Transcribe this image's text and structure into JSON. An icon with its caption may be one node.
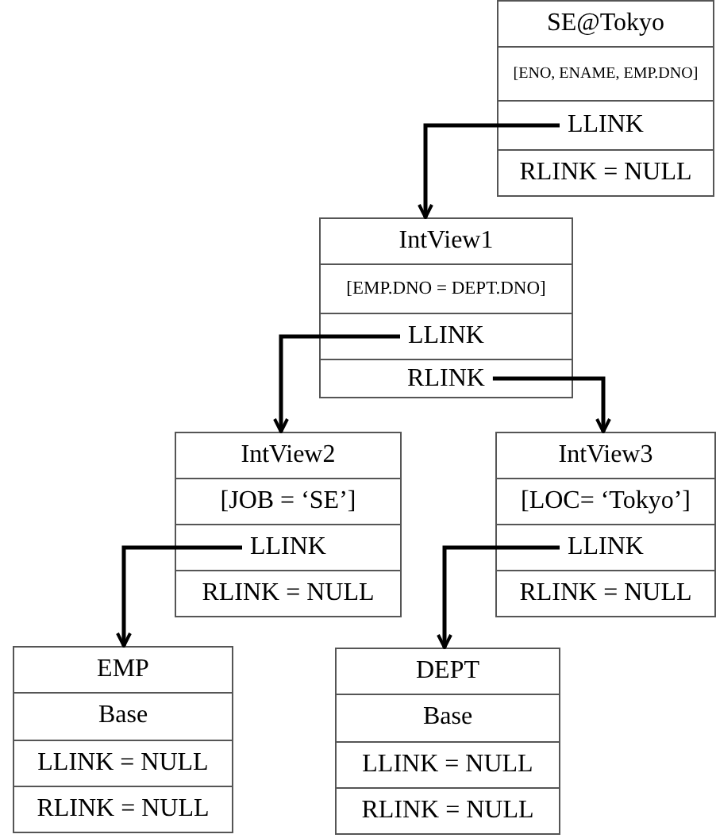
{
  "diagram": {
    "nodes": [
      {
        "text": [
          "SE@Tokyo",
          "[ENO, ENAME,  EMP.DNO]",
          "LLINK",
          "RLINK = NULL"
        ]
      },
      {
        "text": [
          "IntView1",
          "[EMP.DNO = DEPT.DNO]",
          "LLINK",
          "RLINK"
        ]
      },
      {
        "text": [
          "IntView2",
          "[JOB = ‘SE’]",
          "LLINK",
          "RLINK = NULL"
        ]
      },
      {
        "text": [
          "IntView3",
          "[LOC= ‘Tokyo’]",
          "LLINK",
          "RLINK = NULL"
        ]
      },
      {
        "text": [
          "EMP",
          "Base",
          "LLINK = NULL",
          "RLINK = NULL"
        ]
      },
      {
        "text": [
          "DEPT",
          "Base",
          "LLINK = NULL",
          "RLINK = NULL"
        ]
      }
    ],
    "edges": [
      {
        "from": 0,
        "to": 1,
        "arrow": "to"
      },
      {
        "from": 1,
        "to": 2,
        "arrow": "to"
      },
      {
        "from": 1,
        "to": 3,
        "arrow": "to"
      },
      {
        "from": 2,
        "to": 4,
        "arrow": "to"
      },
      {
        "from": 3,
        "to": 5,
        "arrow": "to"
      }
    ]
  }
}
